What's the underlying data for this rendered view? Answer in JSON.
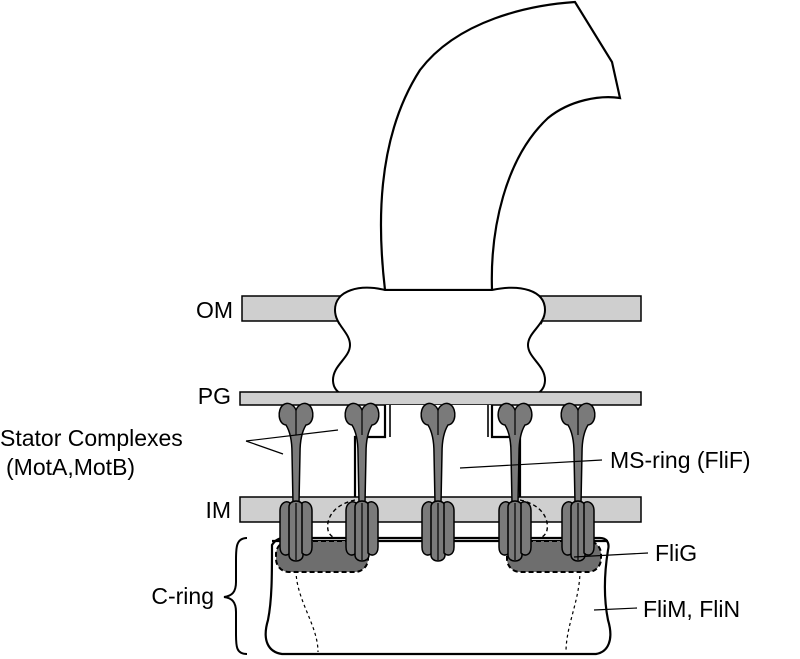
{
  "labels": {
    "om": "OM",
    "pg": "PG",
    "stator_line1": "Stator Complexes",
    "stator_line2": "(MotA,MotB)",
    "ms_ring": "MS-ring (FliF)",
    "im": "IM",
    "c_ring": "C-ring",
    "flig": "FliG",
    "flim_flin": "FliM, FliN"
  },
  "colors": {
    "membrane_fill": "#cfcfcf",
    "stator_fill": "#7a7a7a",
    "flig_fill": "#6e6e6e",
    "outline": "#000000"
  }
}
